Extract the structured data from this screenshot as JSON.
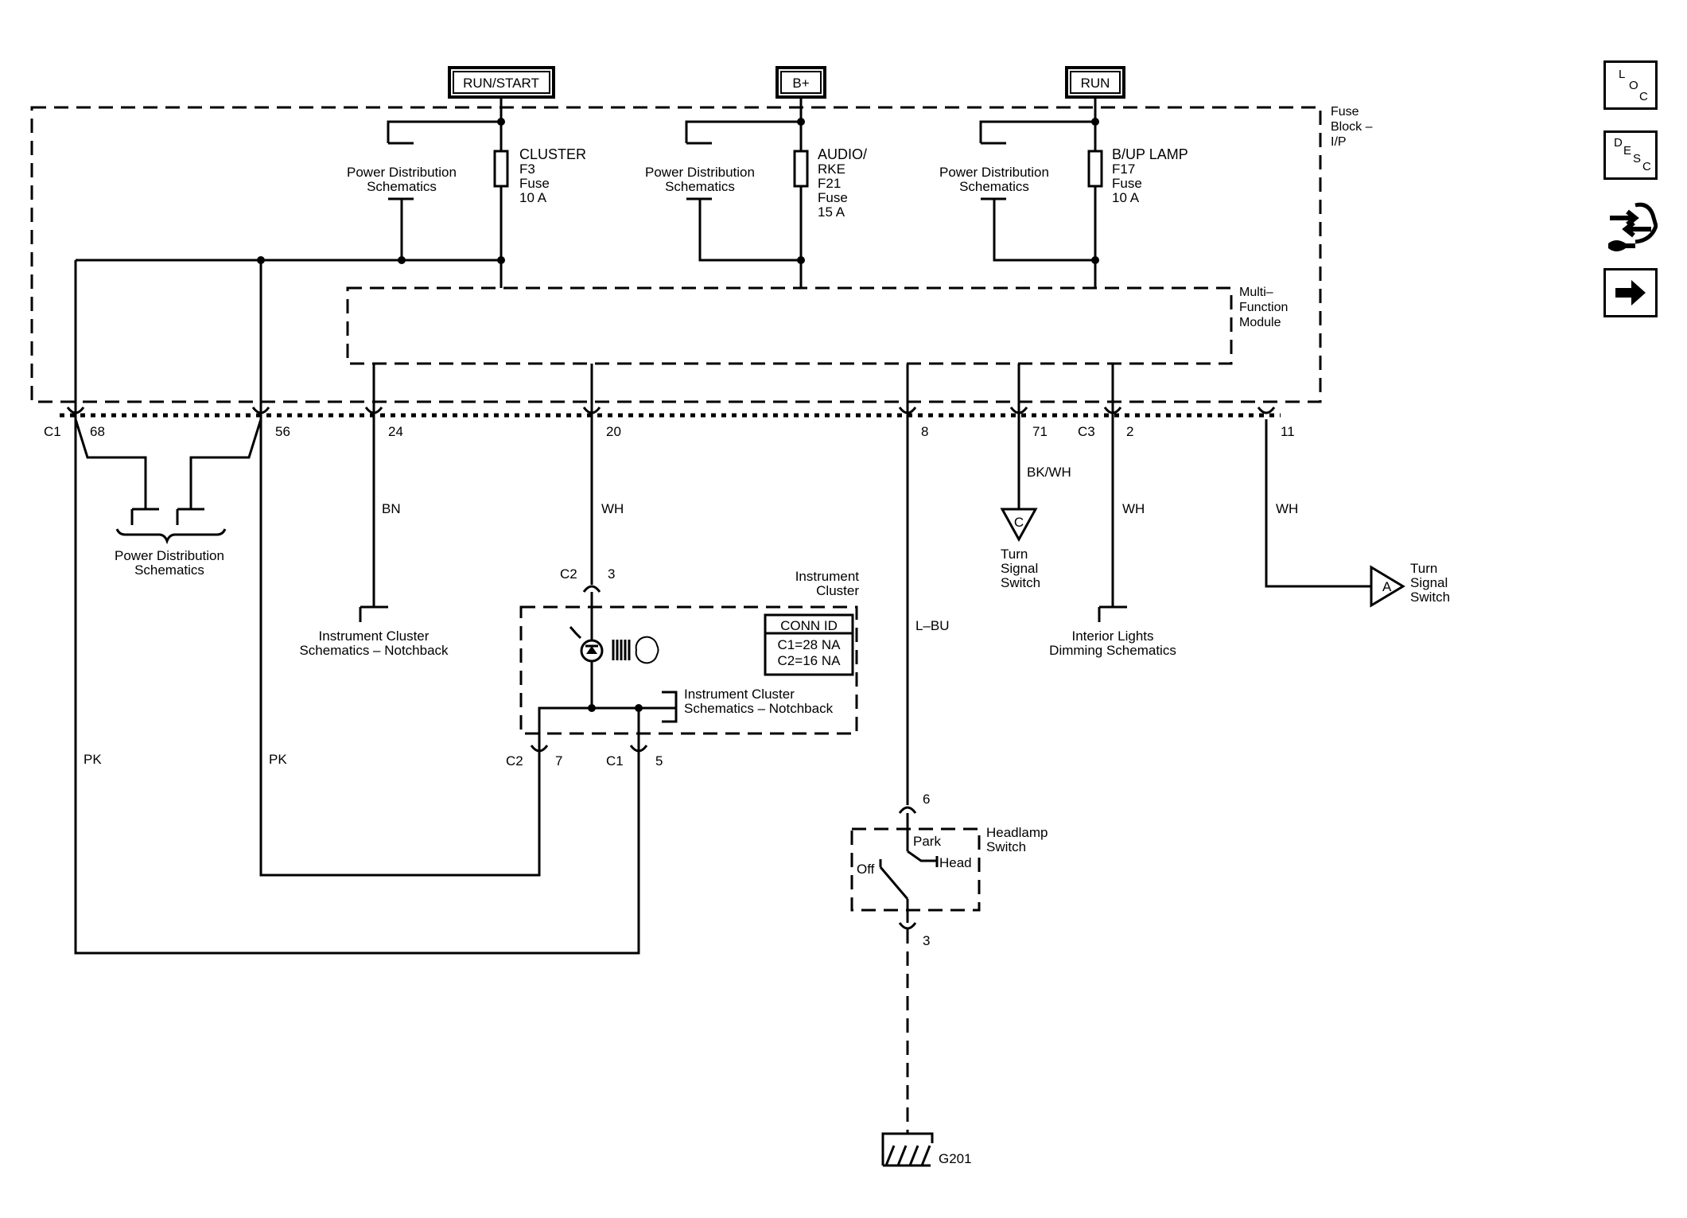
{
  "power_labels": {
    "run_start": "RUN/START",
    "b_plus": "B+",
    "run": "RUN"
  },
  "modules": {
    "fuse_block": [
      "Fuse",
      "Block –",
      "I/P"
    ],
    "mfm": [
      "Multi–",
      "Function",
      "Module"
    ],
    "instrument_cluster": [
      "Instrument",
      "Cluster"
    ],
    "headlamp_switch": [
      "Headlamp",
      "Switch"
    ]
  },
  "power_distribution": [
    "Power Distribution",
    "Schematics"
  ],
  "fuses": [
    {
      "lines": [
        "CLUSTER",
        "F3",
        "Fuse",
        "10 A"
      ]
    },
    {
      "lines": [
        "AUDIO/",
        "RKE",
        "F21",
        "Fuse",
        "15 A"
      ]
    },
    {
      "lines": [
        "B/UP LAMP",
        "F17",
        "Fuse",
        "10 A"
      ]
    }
  ],
  "connectors": {
    "c1": "C1",
    "c3": "C3",
    "c2": "C2",
    "pins_top": [
      "68",
      "56",
      "24",
      "20",
      "8",
      "71",
      "2",
      "11"
    ],
    "ic_in_pin": "3",
    "ic_out_c2_pin": "7",
    "ic_out_c1_pin": "5",
    "hs_in_pin": "6",
    "hs_out_pin": "3"
  },
  "wire_colors": {
    "bn": "BN",
    "wh": "WH",
    "bkwh": "BK/WH",
    "lbu": "L–BU",
    "pk": "PK"
  },
  "refs": {
    "pds_bottom": [
      "Power Distribution",
      "Schematics"
    ],
    "ic_notchback": [
      "Instrument Cluster",
      "Schematics – Notchback"
    ],
    "turn_signal": [
      "Turn",
      "Signal",
      "Switch"
    ],
    "interior_lights": [
      "Interior Lights",
      "Dimming Schematics"
    ],
    "ic_notchback_inner": [
      "Instrument Cluster",
      "Schematics – Notchback"
    ]
  },
  "offpage": {
    "c": "C",
    "a": "A"
  },
  "conn_id": {
    "title": "CONN ID",
    "rows": [
      "C1=28 NA",
      "C2=16 NA"
    ]
  },
  "switch_positions": {
    "park": "Park",
    "head": "Head",
    "off": "Off"
  },
  "ground": "G201",
  "side_icons": {
    "loc": [
      "L",
      "O",
      "C"
    ],
    "desc": [
      "D",
      "E",
      "S",
      "C"
    ]
  }
}
